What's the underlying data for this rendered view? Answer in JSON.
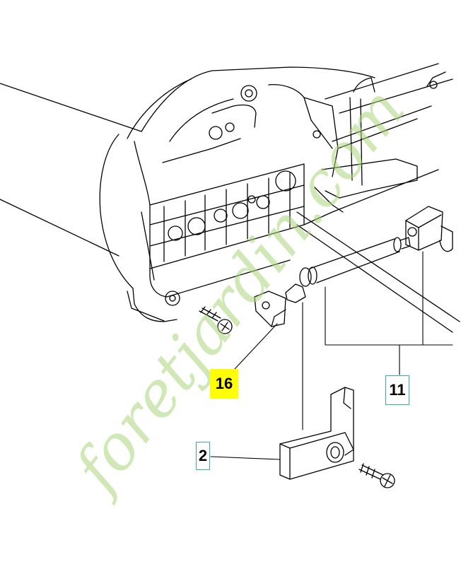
{
  "diagram": {
    "callouts": {
      "part_16": "16",
      "part_11": "11",
      "part_2": "2"
    },
    "colors": {
      "line": "#000000",
      "highlight": "#ffff00",
      "callout_border": "#3aa6b9",
      "watermark": "#a9d37a"
    }
  },
  "watermark": {
    "text": "foretjardin.com"
  }
}
